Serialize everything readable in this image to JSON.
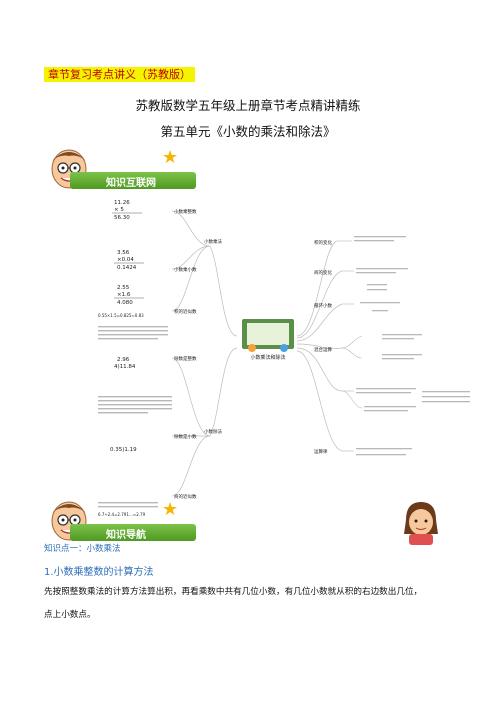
{
  "header_tag": "章节复习考点讲义（苏教版）",
  "title": "苏教版数学五年级上册章节考点精讲精练",
  "subtitle": "第五单元《小数的乘法和除法》",
  "banners": {
    "network": "知识互联网",
    "guide": "知识导航"
  },
  "mindmap": {
    "center": "小数乘法和除法",
    "branch_mul": "小数乘法",
    "branch_div": "小数除法",
    "mul_nodes": [
      "小数乘整数",
      "小数乘小数",
      "积的近似数"
    ],
    "div_nodes": [
      "除数是整数",
      "除数是小数",
      "商的近似数"
    ],
    "right_nodes": [
      "积的变化",
      "商的变化",
      "循环小数",
      "混合运算",
      "运算律"
    ],
    "calc_1": [
      "11.26",
      "×   5",
      "56.30"
    ],
    "calc_2": [
      "3.56",
      "×0.04",
      "0.1424"
    ],
    "calc_3": [
      "2.55",
      "×1.6",
      "4.080"
    ],
    "calc_4": [
      "2.96",
      "4)11.84"
    ],
    "calc_5": [
      "0.35)1.19"
    ],
    "calc_note_1": "0.55×1.5=0.825≈0.83",
    "calc_note_2": "6.7÷2.4=2.791…≈2.79"
  },
  "knowledge_point": "知识点一：小数乘法",
  "section_heading": "1.小数乘整数的计算方法",
  "paragraph_line1": "先按照整数乘法的计算方法算出积，再看乘数中共有几位小数，有几位小数就从积的右边数出几位，",
  "paragraph_line2": "点上小数点。"
}
